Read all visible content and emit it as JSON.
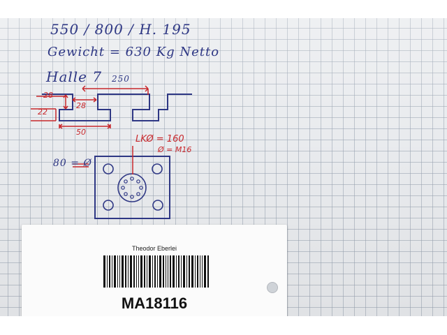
{
  "notes": {
    "line1": "550 / 800 / H. 195",
    "line2": "Gewicht = 630 Kg Netto",
    "line3": "Halle 7"
  },
  "profile_dims": {
    "width_top": "250",
    "dim_a": "28",
    "dim_b": "28",
    "dim_c": "22",
    "dim_d": "50"
  },
  "plate": {
    "lk_label": "LKØ = 160",
    "thread_label": "Ø = M16",
    "hole_label": "80 = Ø"
  },
  "label_tag": {
    "company": "Theodor Eberlei",
    "code": "MA18116"
  },
  "colors": {
    "ink_blue": "#2e3784",
    "ink_red": "#c8282c",
    "paper": "#e9ebee"
  }
}
